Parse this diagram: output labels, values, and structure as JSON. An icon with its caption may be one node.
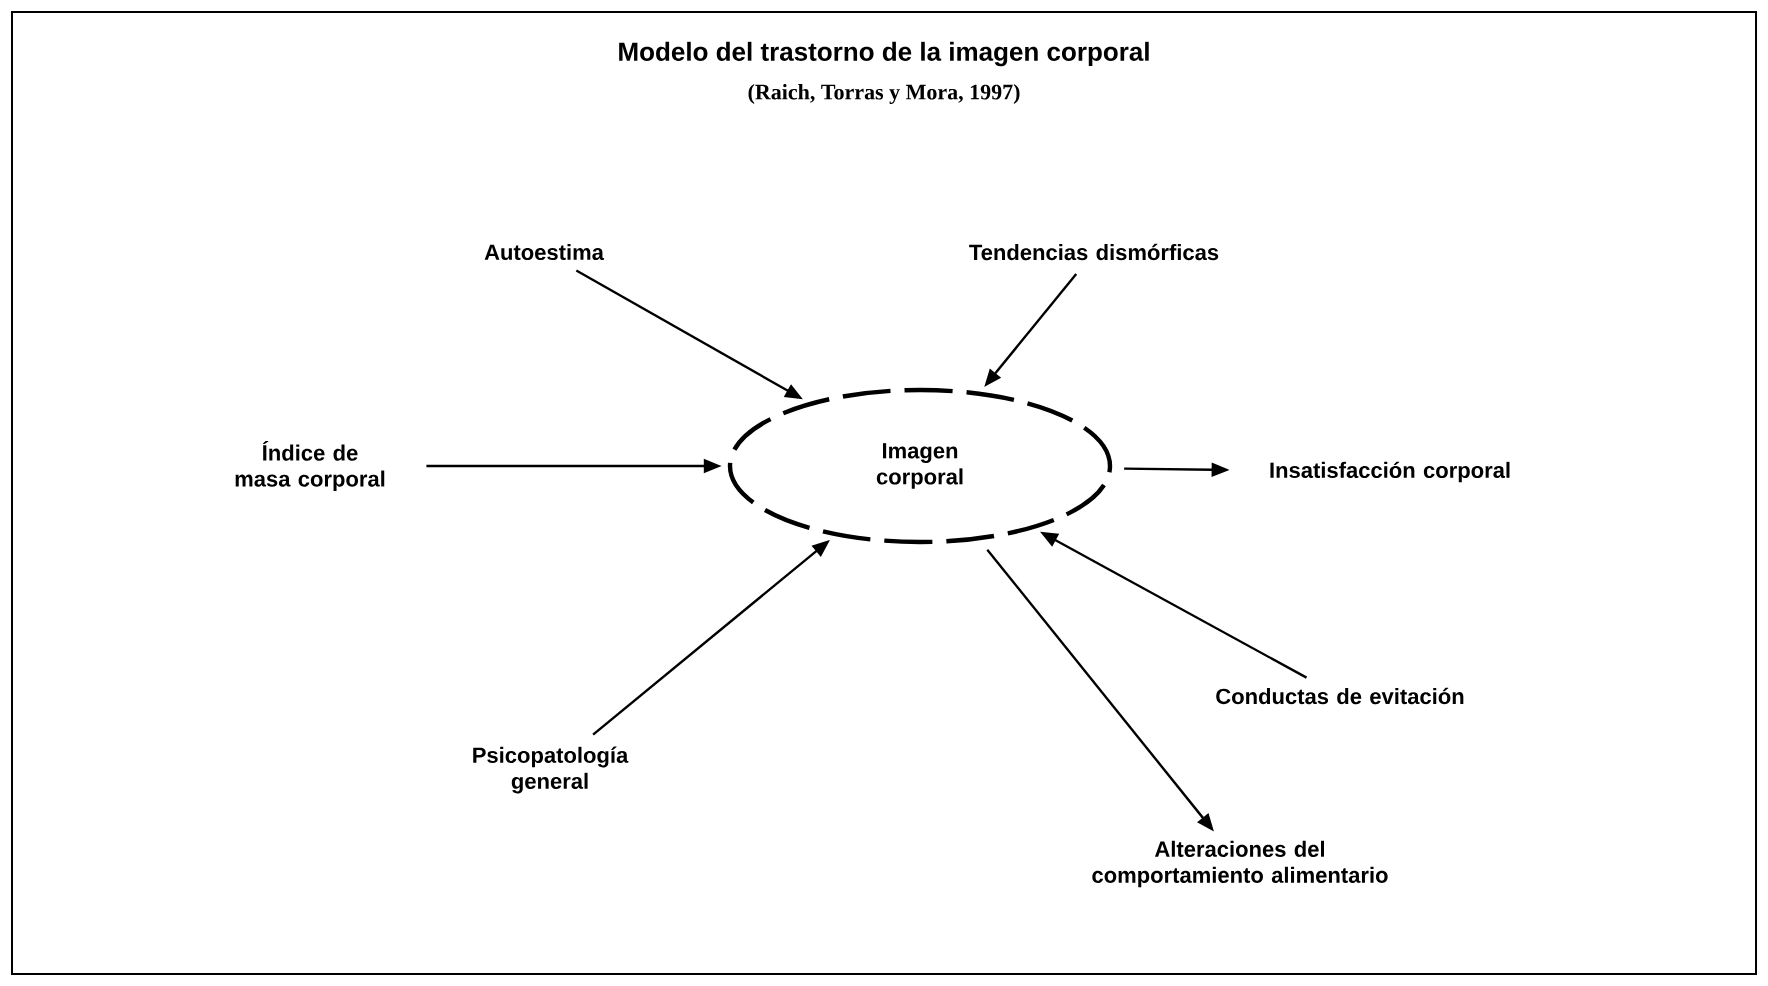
{
  "diagram": {
    "title": "Modelo del trastorno de la imagen corporal",
    "nodes": [
      {
        "text": [
          "Imagen corporal"
        ]
      },
      {
        "text": [
          "Autoestima"
        ]
      },
      {
        "text": [
          "Tendencias dismórficas"
        ]
      },
      {
        "text": [
          "Índice de masa corporal"
        ]
      },
      {
        "text": [
          "Insatisfacción corporal"
        ]
      },
      {
        "text": [
          "Conductas de evitación"
        ]
      },
      {
        "text": [
          "Psicopatología general"
        ]
      },
      {
        "text": [
          "Alteraciones del comportamiento alimentario"
        ]
      }
    ],
    "edges": [
      {
        "from": 1,
        "to": 0,
        "arrow": "to"
      },
      {
        "from": 2,
        "to": 0,
        "arrow": "to"
      },
      {
        "from": 3,
        "to": 0,
        "arrow": "to"
      },
      {
        "from": 0,
        "to": 4,
        "arrow": "to"
      },
      {
        "from": 5,
        "to": 0,
        "arrow": "to"
      },
      {
        "from": 6,
        "to": 0,
        "arrow": "to"
      },
      {
        "from": 0,
        "to": 7,
        "arrow": "to"
      }
    ],
    "labels": [
      "(Raich, Torras y Mora, 1997)"
    ]
  }
}
